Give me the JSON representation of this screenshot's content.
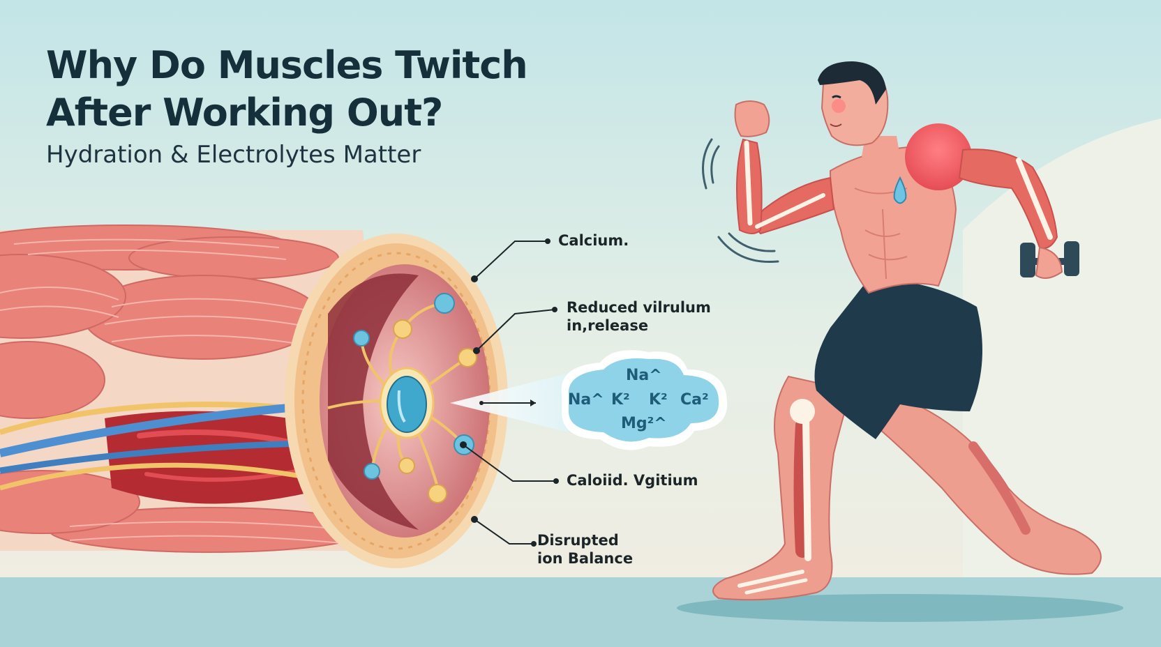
{
  "header": {
    "title_line1": "Why Do Muscles Twitch",
    "title_line2": "After Working Out?",
    "subtitle": "Hydration & Electrolytes Matter"
  },
  "callouts": {
    "calcium": "Calcium.",
    "reduced_line1": "Reduced vilrulum",
    "reduced_line2": "in,release",
    "caloid": "Caloiid. Vgitium",
    "disrupted_line1": "Disrupted",
    "disrupted_line2": "ion Balance"
  },
  "electrolytes": {
    "na_top": "Na^",
    "na_left": "Na^",
    "k1": "K²",
    "k2": "K²",
    "ca": "Ca²",
    "mg": "Mg²^"
  },
  "colors": {
    "background": "#cfe9ea",
    "muscle": "#e98279",
    "muscle_dark": "#c9504d",
    "nerve": "#f2c46a",
    "vein": "#4d8fd0",
    "ion_cloud": "#8fd3e8",
    "title_text": "#15303a"
  }
}
